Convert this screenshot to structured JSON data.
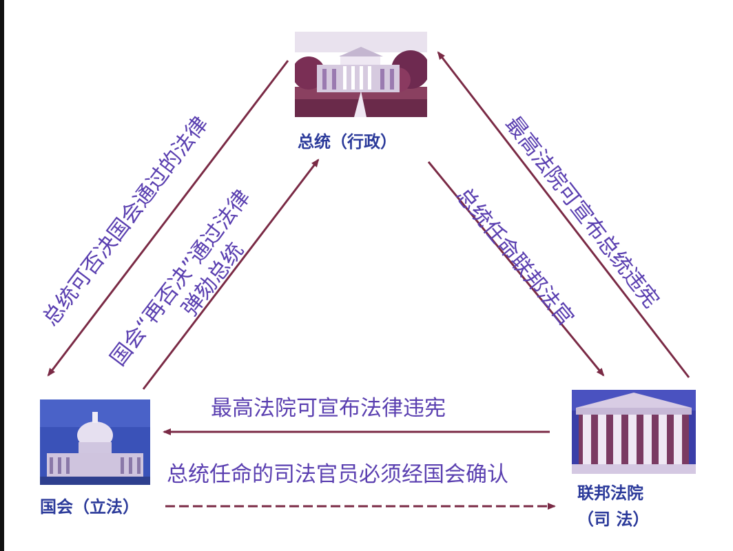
{
  "nodes": {
    "president": {
      "label": "总统（行政）"
    },
    "congress": {
      "label": "国会（立法）"
    },
    "court": {
      "line1": "联邦法院",
      "line2": "（司 法）"
    }
  },
  "edges": {
    "president_veto": "总统可否决国会通过的法律",
    "congress_override": "国会“再否决”通过法律",
    "congress_impeach": "弹劾总统",
    "president_appoint": "总统任命联邦法官",
    "court_president": "最高法院可宣布总统违宪",
    "court_law": "最高法院可宣布法律违宪",
    "confirm_judges": "总统任命的司法官员必须经国会确认"
  },
  "colors": {
    "arrow": "#7a2a45",
    "label": "#5a3fb0",
    "node_label": "#2b3a9a"
  }
}
